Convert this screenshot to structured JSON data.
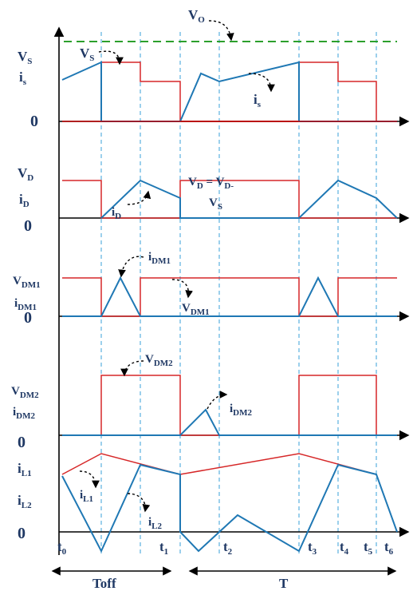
{
  "colors": {
    "axis": "#000000",
    "blue": "#1f78b4",
    "red": "#d62728",
    "green": "#2ca02c",
    "guide": "#3aa0d8",
    "text": "#1f3864"
  },
  "panels": [
    {
      "y_axis_labels": [
        "V",
        "i"
      ],
      "y_axis_subs": [
        "S",
        "s"
      ],
      "zero": "0"
    },
    {
      "y_axis_labels": [
        "V",
        "i"
      ],
      "y_axis_subs": [
        "D",
        "D"
      ],
      "zero": "0"
    },
    {
      "y_axis_labels": [
        "V",
        "i"
      ],
      "y_axis_subs": [
        "DM1",
        "DM1"
      ],
      "zero": "0"
    },
    {
      "y_axis_labels": [
        "V",
        "i"
      ],
      "y_axis_subs": [
        "DM2",
        "DM2"
      ],
      "zero": "0"
    },
    {
      "y_axis_labels": [
        "i",
        "i"
      ],
      "y_axis_subs": [
        "L1",
        "L2"
      ],
      "zero": "0"
    }
  ],
  "annotations": {
    "vo": {
      "main": "V",
      "sub": "O"
    },
    "vs": {
      "main": "V",
      "sub": "S"
    },
    "is": {
      "main": "i",
      "sub": "s"
    },
    "vd_expr": {
      "main1": "V",
      "sub1": "D",
      "mid": " = V",
      "sub2": "D-",
      "line2": "V",
      "line2sub": "S"
    },
    "id": {
      "main": "i",
      "sub": "D"
    },
    "idm1": {
      "main": "i",
      "sub": "DM1"
    },
    "vdm1": {
      "main": "V",
      "sub": "DM1"
    },
    "vdm2": {
      "main": "V",
      "sub": "DM2"
    },
    "idm2": {
      "main": "i",
      "sub": "DM2"
    },
    "il1": {
      "main": "i",
      "sub": "L1"
    },
    "il2": {
      "main": "i",
      "sub": "L2"
    }
  },
  "time_labels": [
    {
      "main": "t",
      "sub": "0"
    },
    {
      "main": "t",
      "sub": "1"
    },
    {
      "main": "t",
      "sub": "2"
    },
    {
      "main": "t",
      "sub": "3"
    },
    {
      "main": "t",
      "sub": "4"
    },
    {
      "main": "t",
      "sub": "5"
    },
    {
      "main": "t",
      "sub": "6"
    }
  ],
  "intervals": {
    "toff": "Toff",
    "t": "T"
  }
}
